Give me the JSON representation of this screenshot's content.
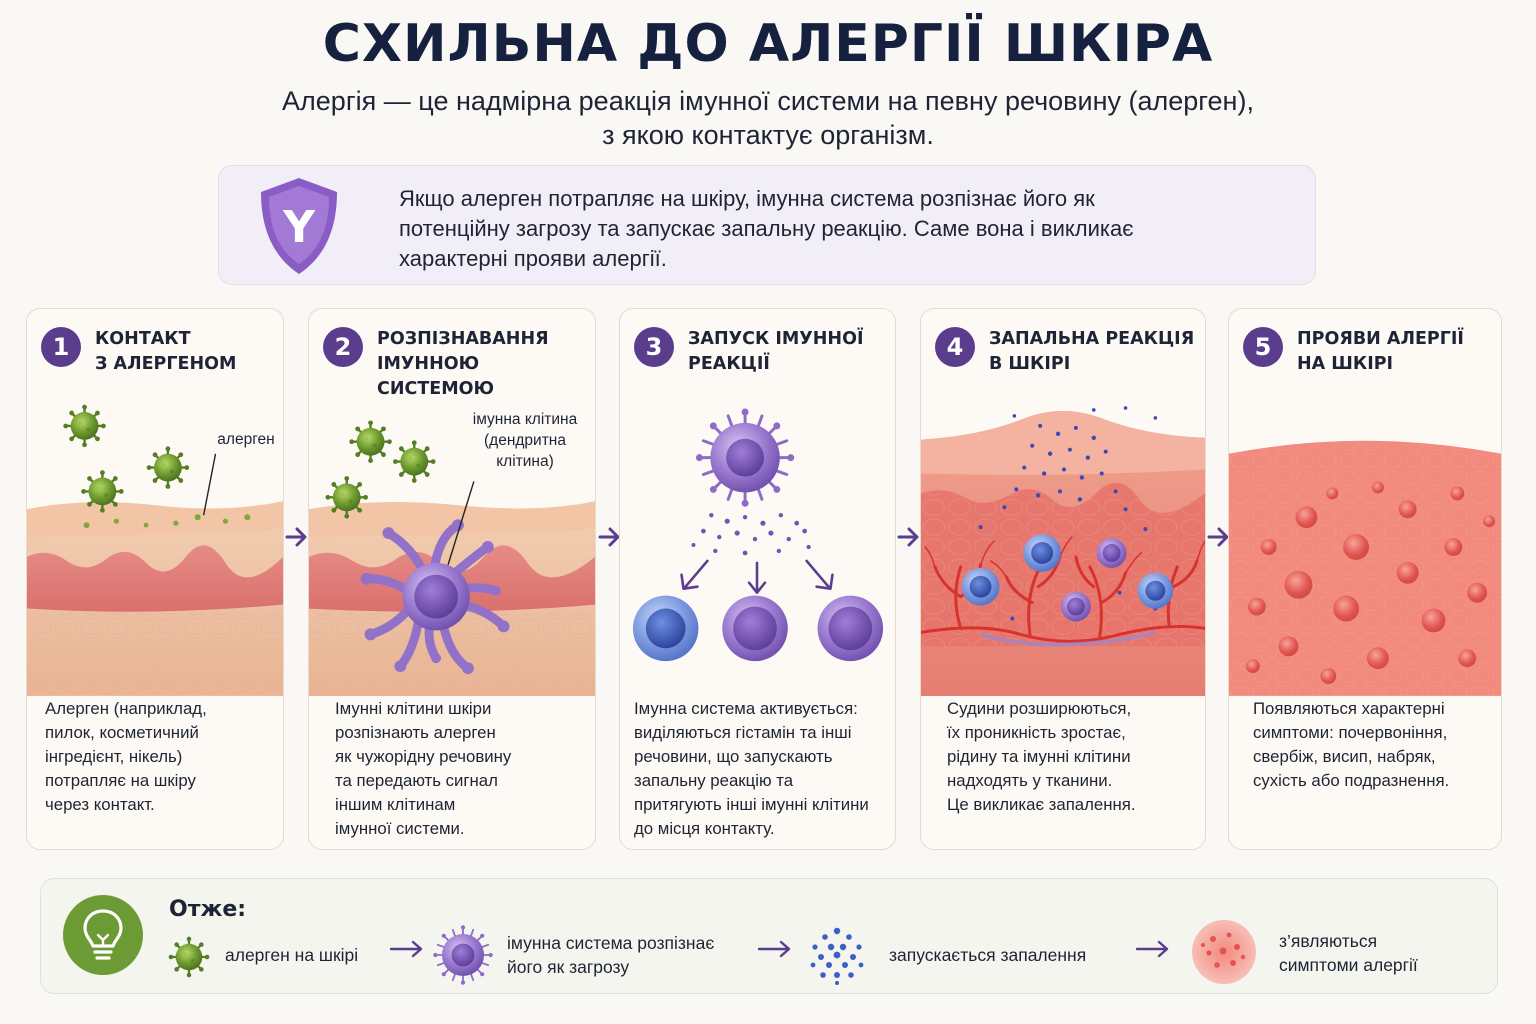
{
  "header": {
    "title": "СХИЛЬНА ДО АЛЕРГІЇ ШКІРА",
    "subtitle_lines": [
      "Алергія — це надмірна реакція імунної системи на певну речовину (алерген),",
      "з якою контактує організм."
    ]
  },
  "info": {
    "shield_letter": "Y",
    "lines": [
      "Якщо алерген потрапляє на шкіру, імунна система розпізнає його як",
      "потенційну загрозу та запускає запальну реакцію. Саме вона і викликає",
      "характерні прояви алергії."
    ]
  },
  "steps": [
    {
      "number": "1",
      "title_lines": [
        "КОНТАКТ",
        "З АЛЕРГЕНОМ"
      ],
      "annotation": "алерген",
      "desc_lines": [
        "Алерген (наприклад,",
        "пилок, косметичний",
        "інгредієнт, нікель)",
        "потрапляє на шкіру",
        "через контакт."
      ]
    },
    {
      "number": "2",
      "title_lines": [
        "РОЗПІЗНАВАННЯ",
        "ІМУННОЮ СИСТЕМОЮ"
      ],
      "annotation_lines": [
        "імунна клітина",
        "(дендритна",
        "клітина)"
      ],
      "desc_lines": [
        "Імунні клітини шкіри",
        "розпізнають алерген",
        "як чужорідну речовину",
        "та передають сигнал",
        "іншим клітинам",
        "імунної системи."
      ]
    },
    {
      "number": "3",
      "title_lines": [
        "ЗАПУСК ІМУННОЇ",
        "РЕАКЦІЇ"
      ],
      "desc_lines": [
        "Імунна система активується:",
        "виділяються гістамін та інші",
        "речовини, що запускають",
        "запальну реакцію та",
        "притягують інші імунні клітини",
        "до місця контакту."
      ]
    },
    {
      "number": "4",
      "title_lines": [
        "ЗАПАЛЬНА РЕАКЦІЯ",
        "В ШКІРІ"
      ],
      "desc_lines": [
        "Судини розширюються,",
        "їх проникність зростає,",
        "рідину та імунні клітини",
        "надходять у тканини.",
        "Це викликає запалення."
      ]
    },
    {
      "number": "5",
      "title_lines": [
        "ПРОЯВИ АЛЕРГІЇ",
        "НА ШКІРІ"
      ],
      "desc_lines": [
        "Появляються характерні",
        "симптоми: почервоніння,",
        "свербіж, висип, набряк,",
        "сухість або подразнення."
      ]
    }
  ],
  "summary": {
    "title": "Отже:",
    "items": [
      {
        "lines": [
          "алерген на шкірі"
        ]
      },
      {
        "lines": [
          "імунна система розпізнає",
          "його як загрозу"
        ]
      },
      {
        "lines": [
          "запускається запалення"
        ]
      },
      {
        "lines": [
          "з’являються",
          "симптоми алергії"
        ]
      }
    ]
  },
  "colors": {
    "title": "#16213f",
    "accent_purple": "#5b3d8e",
    "shield": "#8a5cc6",
    "allergen_green": "#6f9a2e",
    "bulb_green": "#6c9a34",
    "inflammation_red": "#e2554f"
  },
  "icons": [
    "shield-icon",
    "allergen-icon",
    "dendritic-cell-icon",
    "immune-cell-icon",
    "lightbulb-icon",
    "arrow-right-icon",
    "particles-icon",
    "rash-icon"
  ]
}
